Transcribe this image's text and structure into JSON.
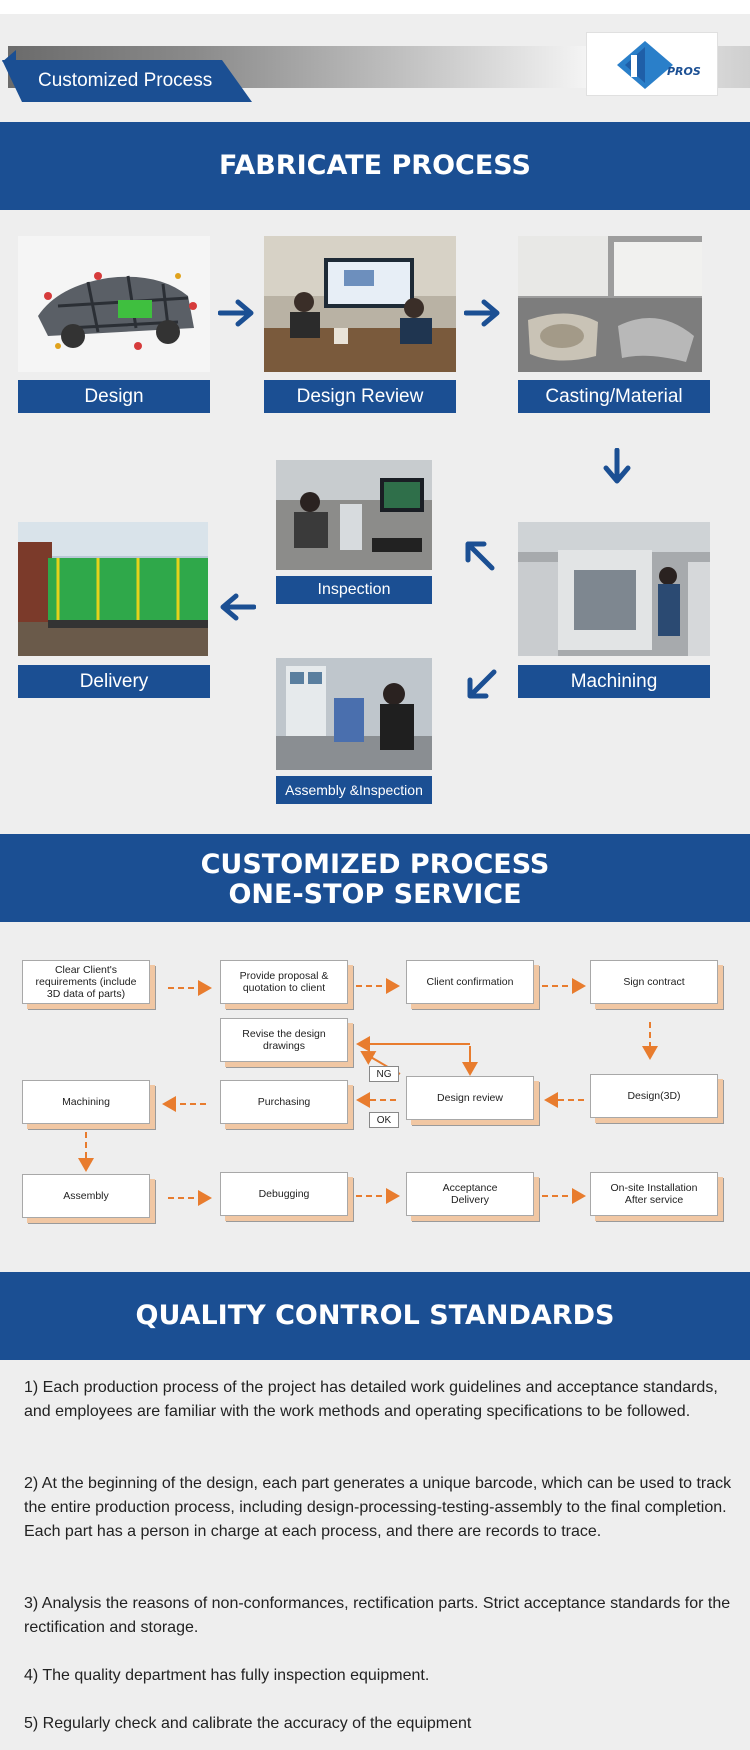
{
  "header": {
    "tab_title": "Customized Process",
    "logo_text": "PROS"
  },
  "sections": {
    "fabricate": "FABRICATE PROCESS",
    "customized_line1": "CUSTOMIZED PROCESS",
    "customized_line2": "ONE-STOP SERVICE",
    "quality": "QUALITY CONTROL STANDARDS"
  },
  "fabricate_steps": {
    "design": "Design",
    "design_review": "Design Review",
    "casting": "Casting/Material",
    "machining": "Machining",
    "inspection": "Inspection",
    "assembly": "Assembly &Inspection",
    "delivery": "Delivery"
  },
  "flow": {
    "clear": "Clear Client's requirements (include 3D data of parts)",
    "proposal": "Provide proposal & quotation to client",
    "confirm": "Client confirmation",
    "contract": "Sign contract",
    "revise": "Revise the design drawings",
    "design3d": "Design(3D)",
    "review": "Design review",
    "purchasing": "Purchasing",
    "machining": "Machining",
    "assembly": "Assembly",
    "debugging": "Debugging",
    "acceptance": "Acceptance Delivery",
    "onsite": "On-site Installation After service",
    "ng": "NG",
    "ok": "OK"
  },
  "quality_items": [
    "1) Each production process of the project has detailed work guidelines and acceptance standards, and employees are familiar with the work methods and operating specifications to be followed.",
    "2) At the beginning of the design, each part generates a unique barcode, which can be used to track the entire production process, including design-processing-testing-assembly to the final completion. Each part has a person in charge at each process, and there are records to trace.",
    "3) Analysis the reasons of non-conformances, rectification parts. Strict acceptance standards for the rectification and storage.",
    "4) The quality department has fully inspection equipment.",
    "5) Regularly check and calibrate the accuracy of the equipment"
  ],
  "colors": {
    "brand_blue": "#1b4f93",
    "flow_arrow": "#e87c2e"
  }
}
